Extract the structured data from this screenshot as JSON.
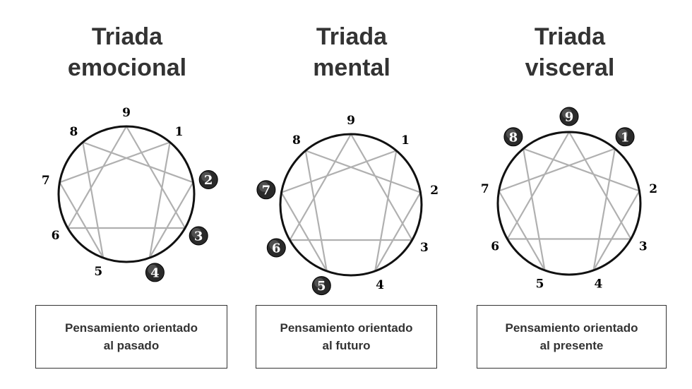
{
  "panels": [
    {
      "title_line1": "Triada",
      "title_line2": "emocional",
      "caption_line1": "Pensamiento orientado",
      "caption_line2": "al pasado",
      "highlighted": [
        "2",
        "3",
        "4"
      ]
    },
    {
      "title_line1": "Triada",
      "title_line2": "mental",
      "caption_line1": "Pensamiento orientado",
      "caption_line2": "al futuro",
      "highlighted": [
        "5",
        "6",
        "7"
      ]
    },
    {
      "title_line1": "Triada",
      "title_line2": "visceral",
      "caption_line1": "Pensamiento orientado",
      "caption_line2": "al presente",
      "highlighted": [
        "8",
        "9",
        "1"
      ]
    }
  ],
  "points": [
    "9",
    "1",
    "2",
    "3",
    "4",
    "5",
    "6",
    "7",
    "8"
  ],
  "colors": {
    "circle": "#111111",
    "lines": "#b0b0b0",
    "badge": "#2a2a2a",
    "text": "#333333"
  }
}
